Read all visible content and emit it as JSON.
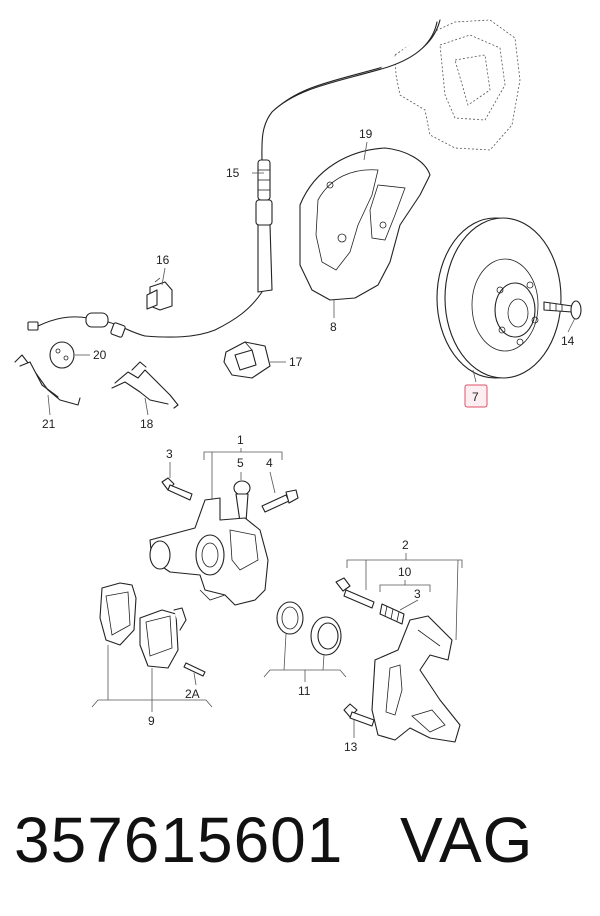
{
  "labels": {
    "l1": "1",
    "l2": "2",
    "l2a": "2A",
    "l3a": "3",
    "l3b": "3",
    "l4": "4",
    "l5": "5",
    "l7": "7",
    "l8": "8",
    "l9": "9",
    "l10": "10",
    "l11": "11",
    "l13": "13",
    "l14": "14",
    "l15": "15",
    "l16": "16",
    "l17": "17",
    "l18": "18",
    "l19": "19",
    "l20": "20",
    "l21": "21"
  },
  "highlight": {
    "part": "7",
    "color": "#e0506a"
  },
  "footer": {
    "part_number": "357615601",
    "brand": "VAG"
  }
}
